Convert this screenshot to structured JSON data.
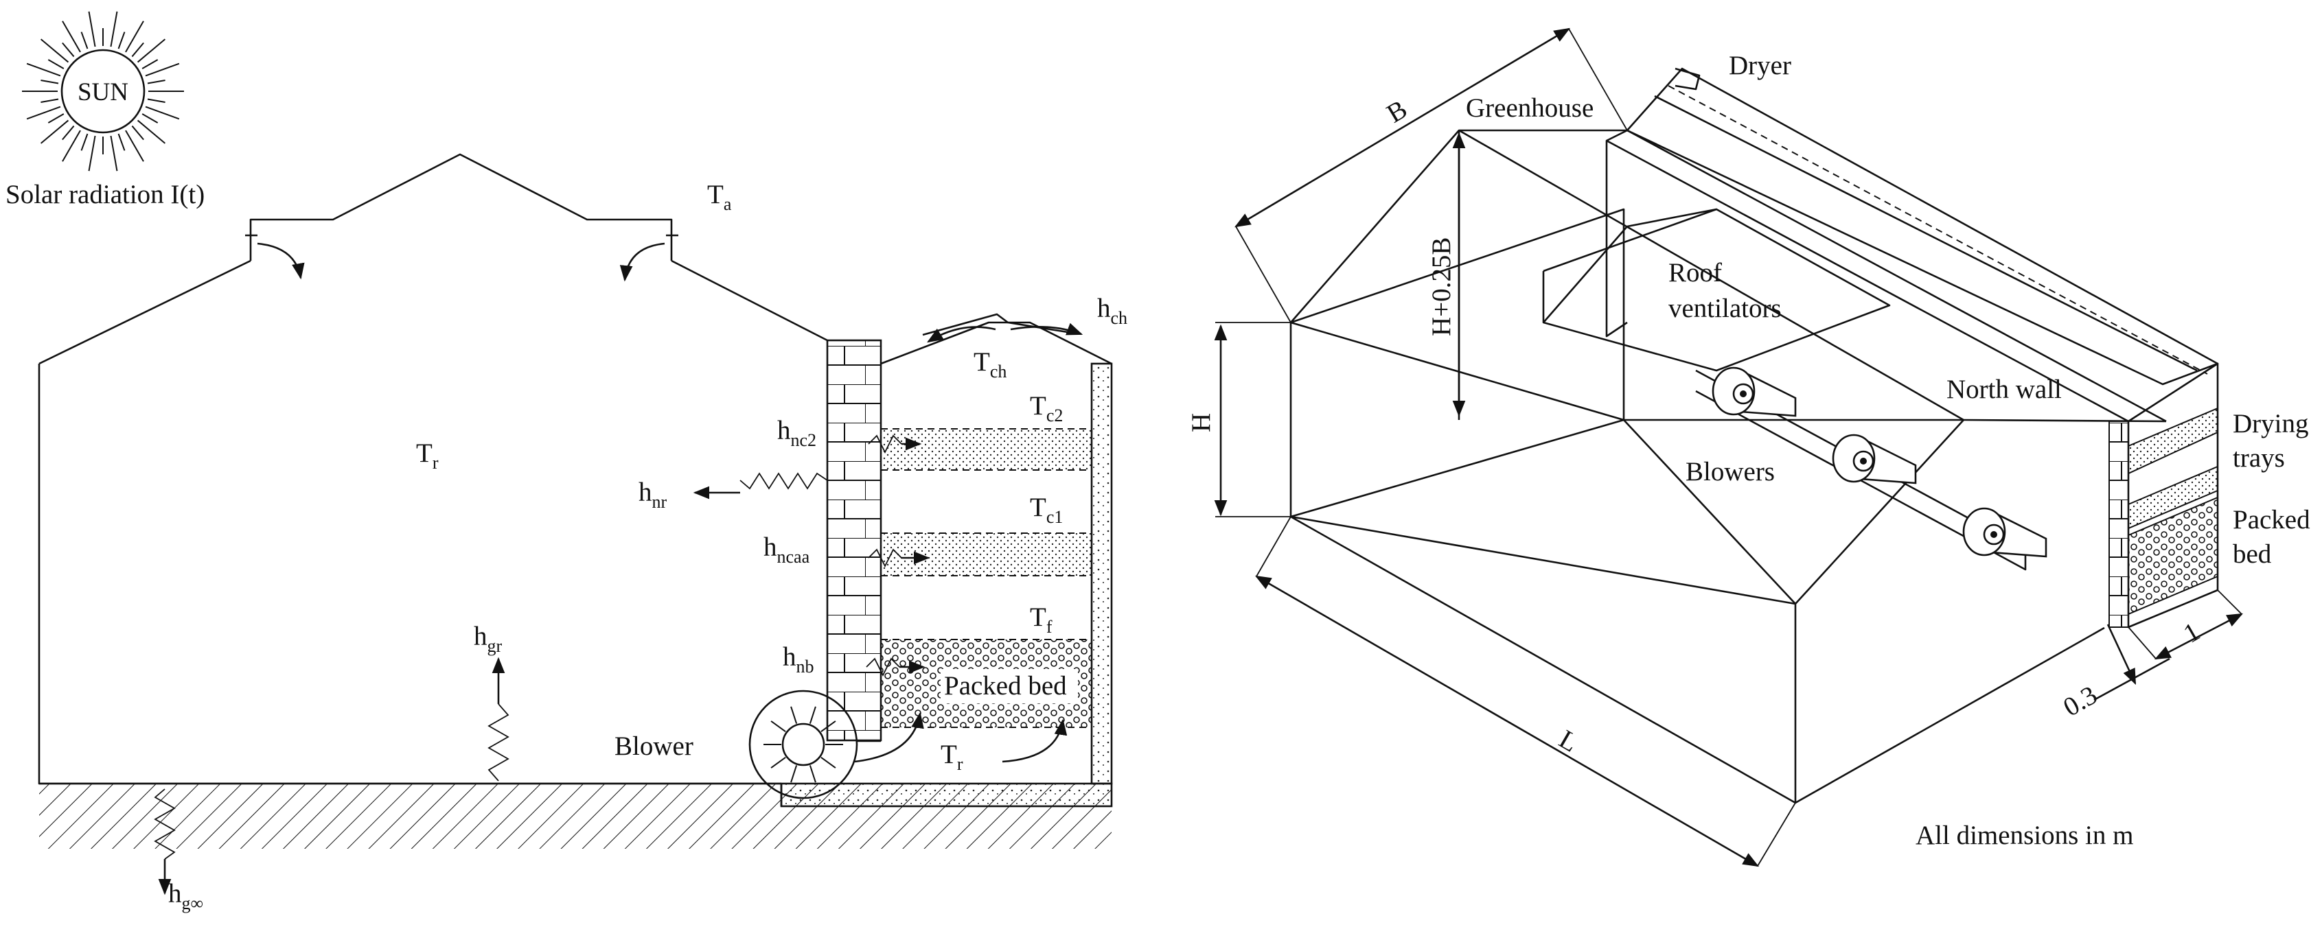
{
  "left": {
    "sun": "SUN",
    "solar": "Solar radiation I(t)",
    "ta": {
      "base": "T",
      "sub": "a"
    },
    "tr": {
      "base": "T",
      "sub": "r"
    },
    "tr2": {
      "base": "T",
      "sub": "r"
    },
    "hnr": {
      "base": "h",
      "sub": "nr"
    },
    "hgr": {
      "base": "h",
      "sub": "gr"
    },
    "hginf": {
      "base": "h",
      "sub": "g∞"
    },
    "hch": {
      "base": "h",
      "sub": "ch"
    },
    "tch": {
      "base": "T",
      "sub": "ch"
    },
    "tc2": {
      "base": "T",
      "sub": "c2"
    },
    "tc1": {
      "base": "T",
      "sub": "c1"
    },
    "tf": {
      "base": "T",
      "sub": "f"
    },
    "hnc2": {
      "base": "h",
      "sub": "nc2"
    },
    "hncaa": {
      "base": "h",
      "sub": "ncaa"
    },
    "hnb": {
      "base": "h",
      "sub": "nb"
    },
    "packed": "Packed bed",
    "blower": "Blower"
  },
  "right": {
    "b": "B",
    "greenhouse": "Greenhouse",
    "dryer": "Dryer",
    "h025": "H+0.25B",
    "h": "H",
    "roof1": "Roof",
    "roof2": "ventilators",
    "north": "North wall",
    "blowers": "Blowers",
    "drying1": "Drying",
    "drying2": "trays",
    "packed1": "Packed",
    "packed2": "bed",
    "l": "L",
    "d03": "0.3",
    "d1": "1",
    "note": "All dimensions in m"
  }
}
